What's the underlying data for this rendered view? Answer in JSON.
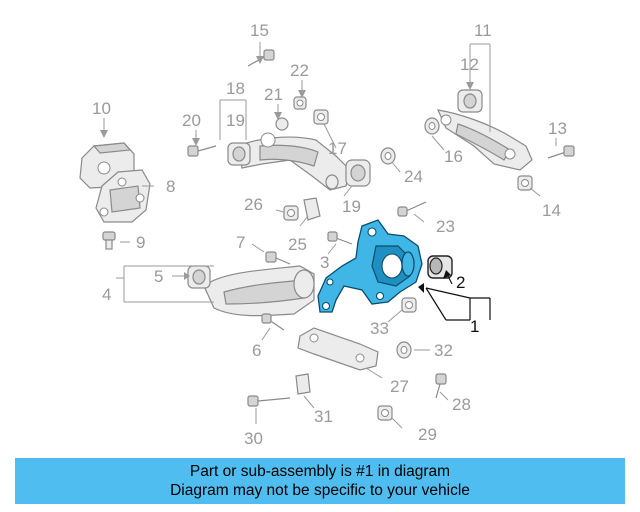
{
  "callouts": {
    "n1": "1",
    "n2": "2",
    "n3": "3",
    "n4": "4",
    "n5": "5",
    "n6": "6",
    "n7": "7",
    "n8": "8",
    "n9": "9",
    "n10": "10",
    "n11": "11",
    "n12": "12",
    "n13": "13",
    "n14": "14",
    "n15": "15",
    "n16": "16",
    "n17": "17",
    "n18": "18",
    "n19a": "19",
    "n19b": "19",
    "n20": "20",
    "n21": "21",
    "n22": "22",
    "n23": "23",
    "n24": "24",
    "n25": "25",
    "n26": "26",
    "n27": "27",
    "n28": "28",
    "n29": "29",
    "n30": "30",
    "n31": "31",
    "n32": "32",
    "n33": "33"
  },
  "banner": {
    "line1": "Part or sub-assembly is #1 in diagram",
    "line2": "Diagram may not be specific to your vehicle"
  },
  "colors": {
    "highlight_part": "#3fb6e6",
    "banner_background": "#50bdf0",
    "callout_gray": "#9a9a9a"
  }
}
